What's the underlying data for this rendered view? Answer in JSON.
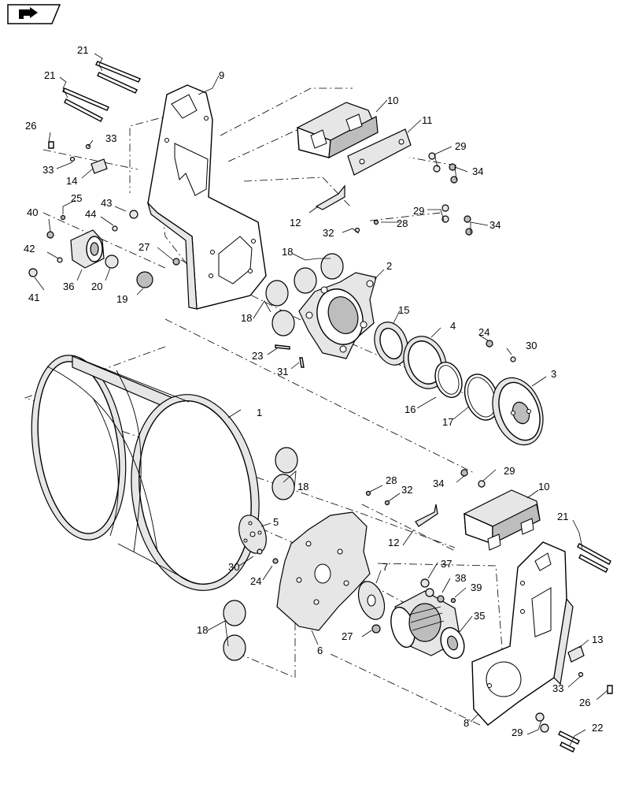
{
  "nav_icon": {
    "name": "back-arrow-icon"
  },
  "callouts": {
    "c1": "1",
    "c2": "2",
    "c3": "3",
    "c4": "4",
    "c5": "5",
    "c6": "6",
    "c7": "7",
    "c8": "8",
    "c9": "9",
    "c10a": "10",
    "c10b": "10",
    "c11": "11",
    "c12a": "12",
    "c12b": "12",
    "c13": "13",
    "c14": "14",
    "c15": "15",
    "c16": "16",
    "c17": "17",
    "c18a": "18",
    "c18b": "18",
    "c18c": "18",
    "c18d": "18",
    "c19": "19",
    "c20": "20",
    "c21a": "21",
    "c21b": "21",
    "c21c": "21",
    "c22": "22",
    "c23": "23",
    "c24a": "24",
    "c24b": "24",
    "c25": "25",
    "c26a": "26",
    "c26b": "26",
    "c27a": "27",
    "c27b": "27",
    "c28a": "28",
    "c28b": "28",
    "c29a": "29",
    "c29b": "29",
    "c29c": "29",
    "c29d": "29",
    "c30a": "30",
    "c30b": "30",
    "c31": "31",
    "c32a": "32",
    "c32b": "32",
    "c33a": "33",
    "c33b": "33",
    "c33c": "33",
    "c34a": "34",
    "c34b": "34",
    "c34c": "34",
    "c35": "35",
    "c36": "36",
    "c37": "37",
    "c38": "38",
    "c39": "39",
    "c40": "40",
    "c41": "41",
    "c42": "42",
    "c43": "43",
    "c44": "44"
  }
}
